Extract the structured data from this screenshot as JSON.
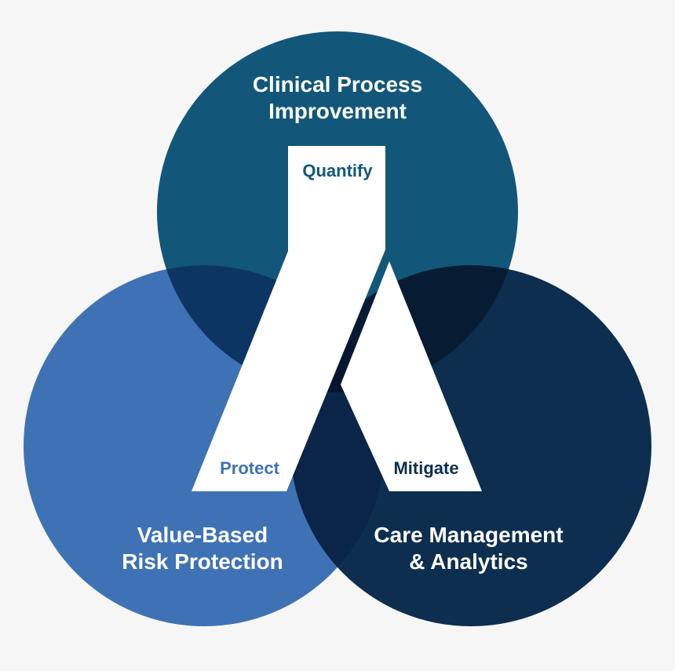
{
  "diagram": {
    "circles": {
      "top": {
        "line1": "Clinical Process",
        "line2": "Improvement",
        "color": "#12577a"
      },
      "left": {
        "line1": "Value-Based",
        "line2": "Risk Protection",
        "color": "#3f72b5"
      },
      "right": {
        "line1": "Care Management",
        "line2": "& Analytics",
        "color": "#0d2e4f"
      }
    },
    "overlap_colors": {
      "top_left": "#0d3563",
      "top_right": "#071c33",
      "left_right": "#0b2548",
      "center": "#061630"
    },
    "logo": {
      "quantify": "Quantify",
      "protect": "Protect",
      "mitigate": "Mitigate",
      "fill": "#ffffff",
      "text_color_dark": "#12577a",
      "text_color_left": "#3f72b5",
      "text_color_right": "#0d2e4f"
    }
  }
}
